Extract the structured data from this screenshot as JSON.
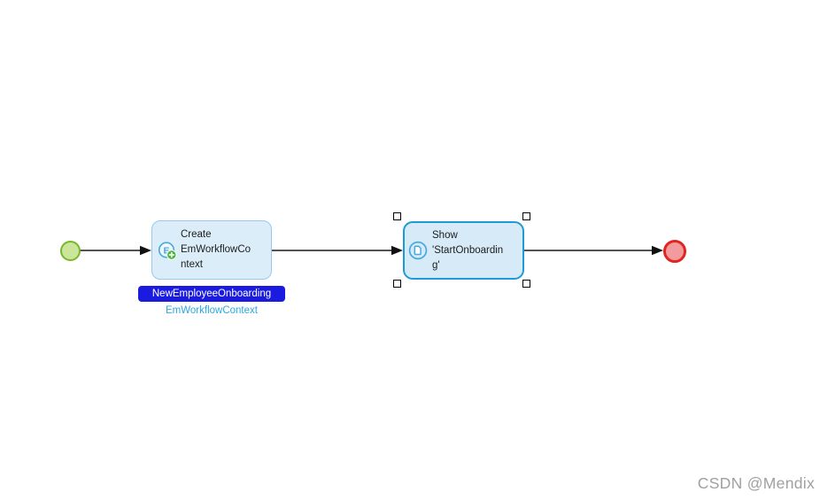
{
  "flow": {
    "start_event": {
      "kind": "start"
    },
    "create_activity": {
      "title": "Create\nEmWorkflowCo\nntext",
      "icon_letter": "E",
      "variable_name": "NewEmployeeOnboarding",
      "entity_type": "EmWorkflowContext"
    },
    "show_page_activity": {
      "title": "Show\n'StartOnboardin\ng'",
      "selected": "true"
    },
    "end_event": {
      "kind": "end"
    }
  },
  "colors": {
    "activity_fill": "#dcedfa",
    "activity_border": "#96c9ed",
    "selected_activity_fill": "#d7eaf8",
    "selected_activity_border": "#1f9ad6",
    "start_event_fill": "#cbe69b",
    "start_event_border": "#76b82a",
    "end_event_fill": "#f29a9d",
    "end_event_border": "#e3241d",
    "variable_pill_bg": "#1b1be0",
    "variable_pill_text": "#ffffff",
    "entity_type_text": "#2da7e1",
    "connector": "#3a3a3a",
    "icon_blue": "#45aadd",
    "badge_green": "#46b83c",
    "watermark_text": "#9fa0a2"
  },
  "watermark": {
    "text": "CSDN @Mendix"
  }
}
